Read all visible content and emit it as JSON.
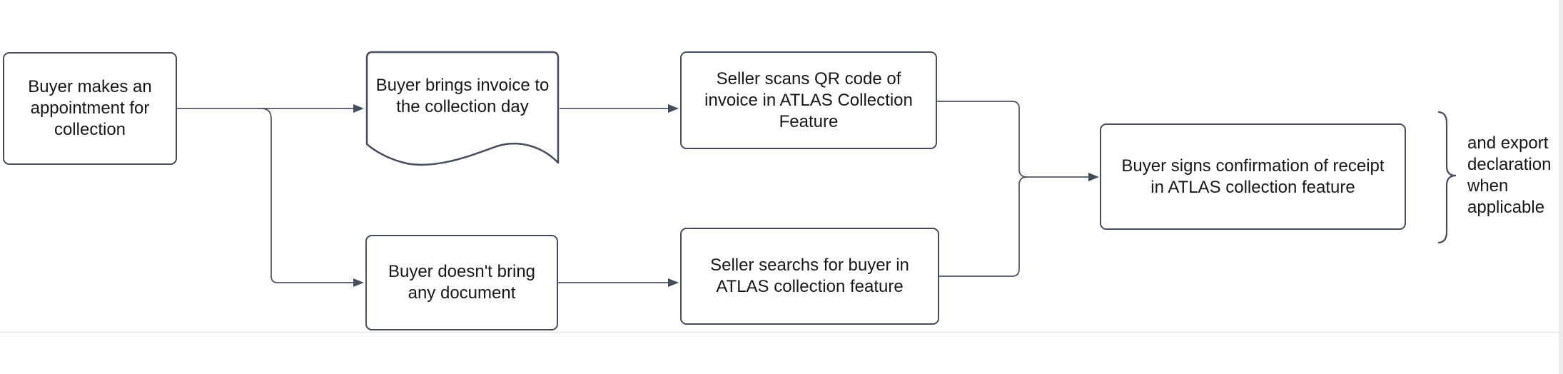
{
  "colors": {
    "shape_stroke": "#454c5c",
    "connector_stroke": "#4a5263",
    "text": "#17171c",
    "shape_fill": "#ffffff",
    "page_boundary_line": "#e4e4e4",
    "offpage_fill": "#ececec"
  },
  "nodes": {
    "appointment": {
      "label": "Buyer makes an\nappointment for\ncollection",
      "shape": "rounded-rectangle"
    },
    "invoice_document": {
      "label": "Buyer brings invoice to\nthe collection day",
      "shape": "document"
    },
    "scan_qr": {
      "label": "Seller scans QR code of\ninvoice in ATLAS Collection\nFeature",
      "shape": "rounded-rectangle"
    },
    "no_document": {
      "label": "Buyer doesn't bring\nany document",
      "shape": "rounded-rectangle"
    },
    "search_buyer": {
      "label": "Seller searchs for buyer in\nATLAS collection feature",
      "shape": "rounded-rectangle"
    },
    "sign_confirmation": {
      "label": "Buyer signs confirmation of receipt\nin ATLAS collection feature",
      "shape": "rounded-rectangle"
    }
  },
  "edges": [
    {
      "from": "appointment",
      "to": "invoice_document"
    },
    {
      "from": "appointment",
      "to": "no_document"
    },
    {
      "from": "invoice_document",
      "to": "scan_qr"
    },
    {
      "from": "no_document",
      "to": "search_buyer"
    },
    {
      "from": "scan_qr",
      "to": "sign_confirmation"
    },
    {
      "from": "search_buyer",
      "to": "sign_confirmation"
    }
  ],
  "annotation": {
    "label": "and export\ndeclaration\nwhen\napplicable",
    "applies_to": "sign_confirmation"
  }
}
